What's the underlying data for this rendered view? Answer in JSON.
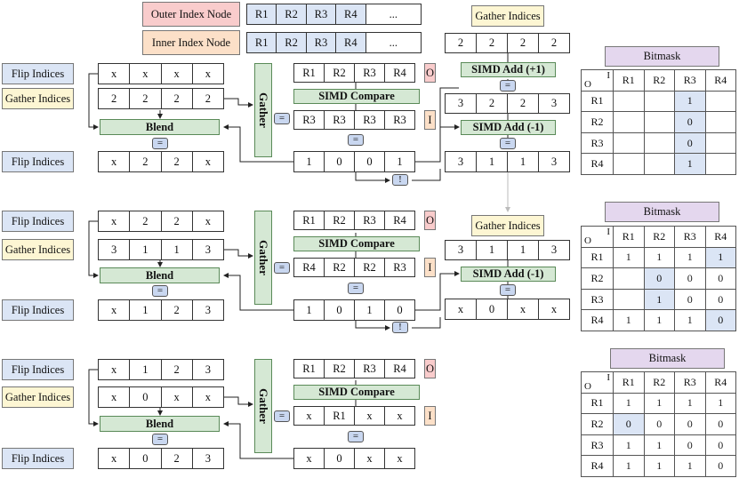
{
  "legend": {
    "outer_label": "Outer Index Node",
    "inner_label": "Inner Index Node",
    "outer_cells": [
      "R1",
      "R2",
      "R3",
      "R4",
      "..."
    ],
    "inner_cells": [
      "R1",
      "R2",
      "R3",
      "R4",
      "..."
    ]
  },
  "labels": {
    "flip": "Flip Indices",
    "gather_indices": "Gather Indices",
    "gather": "Gather",
    "blend": "Blend",
    "simd_compare": "SIMD Compare",
    "simd_add_p1": "SIMD Add (+1)",
    "simd_add_m1": "SIMD Add (-1)",
    "eq": "=",
    "not": "!",
    "o": "O",
    "i": "I",
    "bitmask": "Bitmask"
  },
  "stages": [
    {
      "flip_in": [
        "x",
        "x",
        "x",
        "x"
      ],
      "gather_idx": [
        "2",
        "2",
        "2",
        "2"
      ],
      "flip_out": [
        "x",
        "2",
        "2",
        "x"
      ],
      "outer": [
        "R1",
        "R2",
        "R3",
        "R4"
      ],
      "inner": [
        "R3",
        "R3",
        "R3",
        "R3"
      ],
      "cmp": [
        "1",
        "0",
        "0",
        "1"
      ]
    },
    {
      "flip_in": [
        "x",
        "2",
        "2",
        "x"
      ],
      "gather_idx": [
        "3",
        "1",
        "1",
        "3"
      ],
      "flip_out": [
        "x",
        "1",
        "2",
        "3"
      ],
      "outer": [
        "R1",
        "R2",
        "R3",
        "R4"
      ],
      "inner": [
        "R4",
        "R2",
        "R2",
        "R3"
      ],
      "cmp": [
        "1",
        "0",
        "1",
        "0"
      ]
    },
    {
      "flip_in": [
        "x",
        "1",
        "2",
        "3"
      ],
      "gather_idx": [
        "x",
        "0",
        "x",
        "x"
      ],
      "flip_out": [
        "x",
        "0",
        "2",
        "3"
      ],
      "outer": [
        "R1",
        "R2",
        "R3",
        "R4"
      ],
      "inner": [
        "x",
        "R1",
        "x",
        "x"
      ],
      "cmp": [
        "x",
        "0",
        "x",
        "x"
      ]
    }
  ],
  "right": {
    "gather_title": "Gather Indices",
    "g_top": [
      "2",
      "2",
      "2",
      "2"
    ],
    "g_mid": [
      "3",
      "2",
      "2",
      "3"
    ],
    "g_bot": [
      "3",
      "1",
      "1",
      "3"
    ],
    "g2_top": [
      "3",
      "1",
      "1",
      "3"
    ],
    "g2_bot": [
      "x",
      "0",
      "x",
      "x"
    ]
  },
  "bitmasks": [
    {
      "cols": [
        "R1",
        "R2",
        "R3",
        "R4"
      ],
      "rows": [
        {
          "h": "R1",
          "v": [
            "",
            "",
            "1",
            ""
          ]
        },
        {
          "h": "R2",
          "v": [
            "",
            "",
            "0",
            ""
          ]
        },
        {
          "h": "R3",
          "v": [
            "",
            "",
            "0",
            ""
          ]
        },
        {
          "h": "R4",
          "v": [
            "",
            "",
            "1",
            ""
          ]
        }
      ]
    },
    {
      "cols": [
        "R1",
        "R2",
        "R3",
        "R4"
      ],
      "rows": [
        {
          "h": "R1",
          "v": [
            "1",
            "1",
            "1",
            "1"
          ]
        },
        {
          "h": "R2",
          "v": [
            "",
            "0",
            "0",
            "0"
          ]
        },
        {
          "h": "R3",
          "v": [
            "",
            "1",
            "0",
            "0"
          ]
        },
        {
          "h": "R4",
          "v": [
            "1",
            "1",
            "1",
            "0"
          ]
        }
      ]
    },
    {
      "cols": [
        "R1",
        "R2",
        "R3",
        "R4"
      ],
      "rows": [
        {
          "h": "R1",
          "v": [
            "1",
            "1",
            "1",
            "1"
          ]
        },
        {
          "h": "R2",
          "v": [
            "0",
            "0",
            "0",
            "0"
          ]
        },
        {
          "h": "R3",
          "v": [
            "1",
            "1",
            "0",
            "0"
          ]
        },
        {
          "h": "R4",
          "v": [
            "1",
            "1",
            "1",
            "0"
          ]
        }
      ]
    }
  ]
}
